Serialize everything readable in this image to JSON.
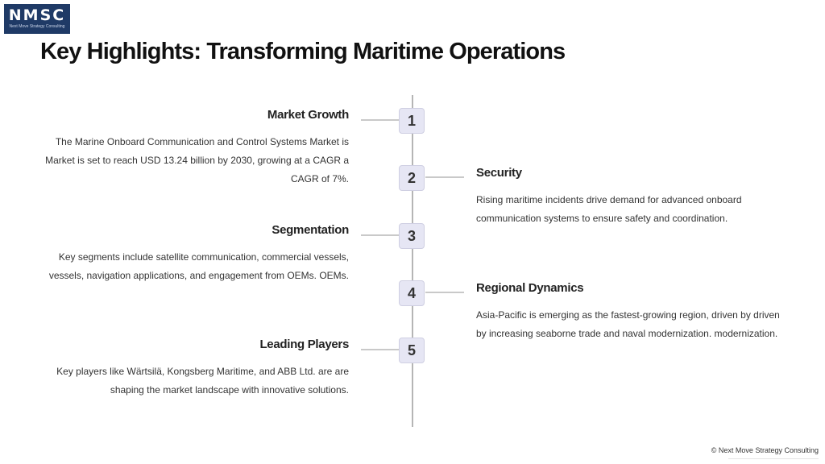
{
  "logo": {
    "text": "NMSC",
    "subtitle": "Next Move Strategy Consulting"
  },
  "page": {
    "title": "Key Highlights: Transforming Maritime Operations"
  },
  "timeline": {
    "items": [
      {
        "number": "1",
        "side": "left",
        "title": "Market Growth",
        "body": "The Marine Onboard Communication and Control Systems Market is Market is set to reach USD 13.24 billion by 2030, growing at a CAGR a CAGR of 7%."
      },
      {
        "number": "2",
        "side": "right",
        "title": "Security",
        "body": "Rising maritime incidents drive demand for advanced onboard communication systems to ensure safety and coordination."
      },
      {
        "number": "3",
        "side": "left",
        "title": "Segmentation",
        "body": "Key segments include satellite communication, commercial vessels, vessels, navigation applications, and engagement from OEMs. OEMs."
      },
      {
        "number": "4",
        "side": "right",
        "title": "Regional Dynamics",
        "body": "Asia-Pacific is emerging as the fastest-growing region, driven by driven by increasing seaborne trade and naval modernization. modernization."
      },
      {
        "number": "5",
        "side": "left",
        "title": "Leading Players",
        "body": "Key players like Wärtsilä, Kongsberg Maritime, and ABB Ltd. are are shaping the market landscape with innovative solutions."
      }
    ]
  },
  "footer": {
    "copyright": "© Next Move Strategy Consulting"
  }
}
